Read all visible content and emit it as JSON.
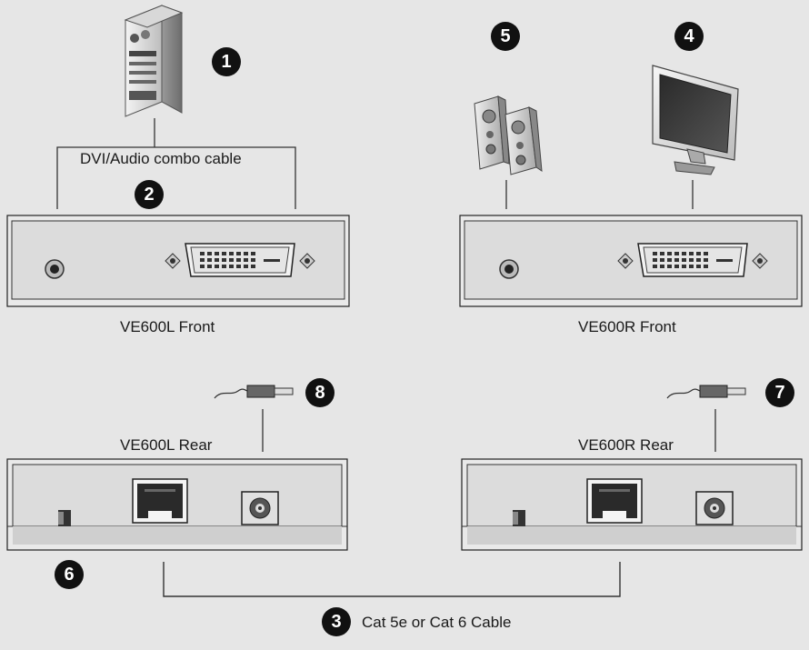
{
  "labels": {
    "combo_cable": "DVI/Audio combo cable",
    "left_front": "VE600L Front",
    "right_front": "VE600R Front",
    "left_rear": "VE600L Rear",
    "right_rear": "VE600R Rear",
    "cat_cable": "Cat 5e or Cat 6 Cable"
  },
  "callouts": {
    "computer": "1",
    "combo_cable": "2",
    "cat_cable": "3",
    "monitor": "4",
    "speakers": "5",
    "ground": "6",
    "right_power": "7",
    "left_power": "8"
  },
  "colors": {
    "background": "#e6e6e6",
    "panel_fill": "#e8e8e8",
    "panel_stroke": "#222222",
    "badge": "#111111"
  }
}
